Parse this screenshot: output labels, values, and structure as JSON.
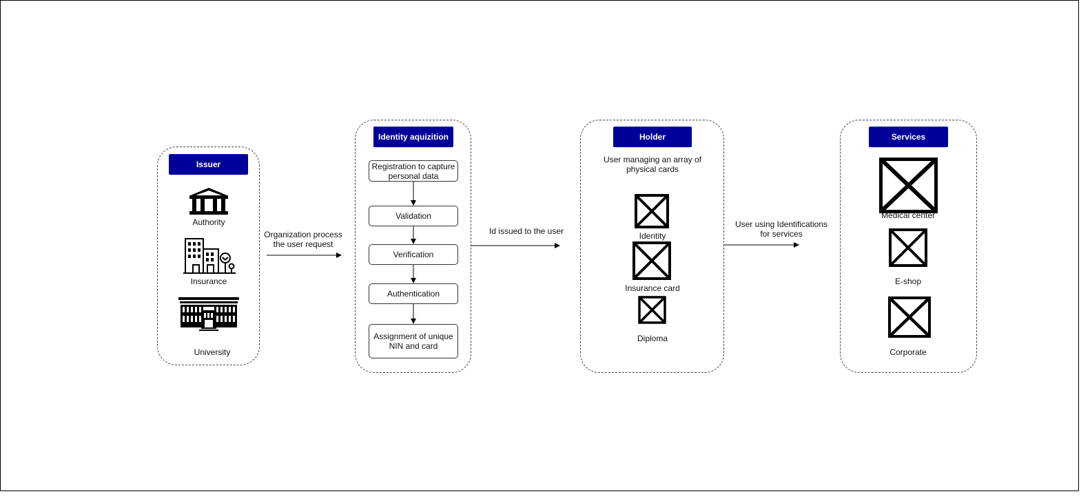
{
  "issuer": {
    "header": "Issuer",
    "items": [
      {
        "label": "Authority",
        "icon": "bank-icon"
      },
      {
        "label": "Insurance",
        "icon": "city-buildings-icon"
      },
      {
        "label": "University",
        "icon": "university-building-icon"
      }
    ]
  },
  "arrow1_label": "Organization process\nthe user request",
  "acquisition": {
    "header": "Identity aquizition",
    "steps": [
      "Registration to capture\npersonal data",
      "Validation",
      "Verification",
      "Authentication",
      "Assignment of unique\nNIN and card"
    ]
  },
  "arrow2_label": "Id issued to the user",
  "holder": {
    "header": "Holder",
    "description": "User managing an array of\nphysical cards",
    "items": [
      {
        "label": "Identity",
        "icon": "broken-image-icon"
      },
      {
        "label": "Insurance card",
        "icon": "broken-image-icon"
      },
      {
        "label": "Diploma",
        "icon": "broken-image-icon"
      }
    ]
  },
  "arrow3_label": "User using Identifications\nfor services",
  "services": {
    "header": "Services",
    "items": [
      {
        "label": "Medical center",
        "icon": "broken-image-icon"
      },
      {
        "label": "E-shop",
        "icon": "broken-image-icon"
      },
      {
        "label": "Corporate",
        "icon": "broken-image-icon"
      }
    ]
  },
  "colors": {
    "header_bg": "#000099",
    "header_text": "#ffffff",
    "line": "#000000"
  }
}
